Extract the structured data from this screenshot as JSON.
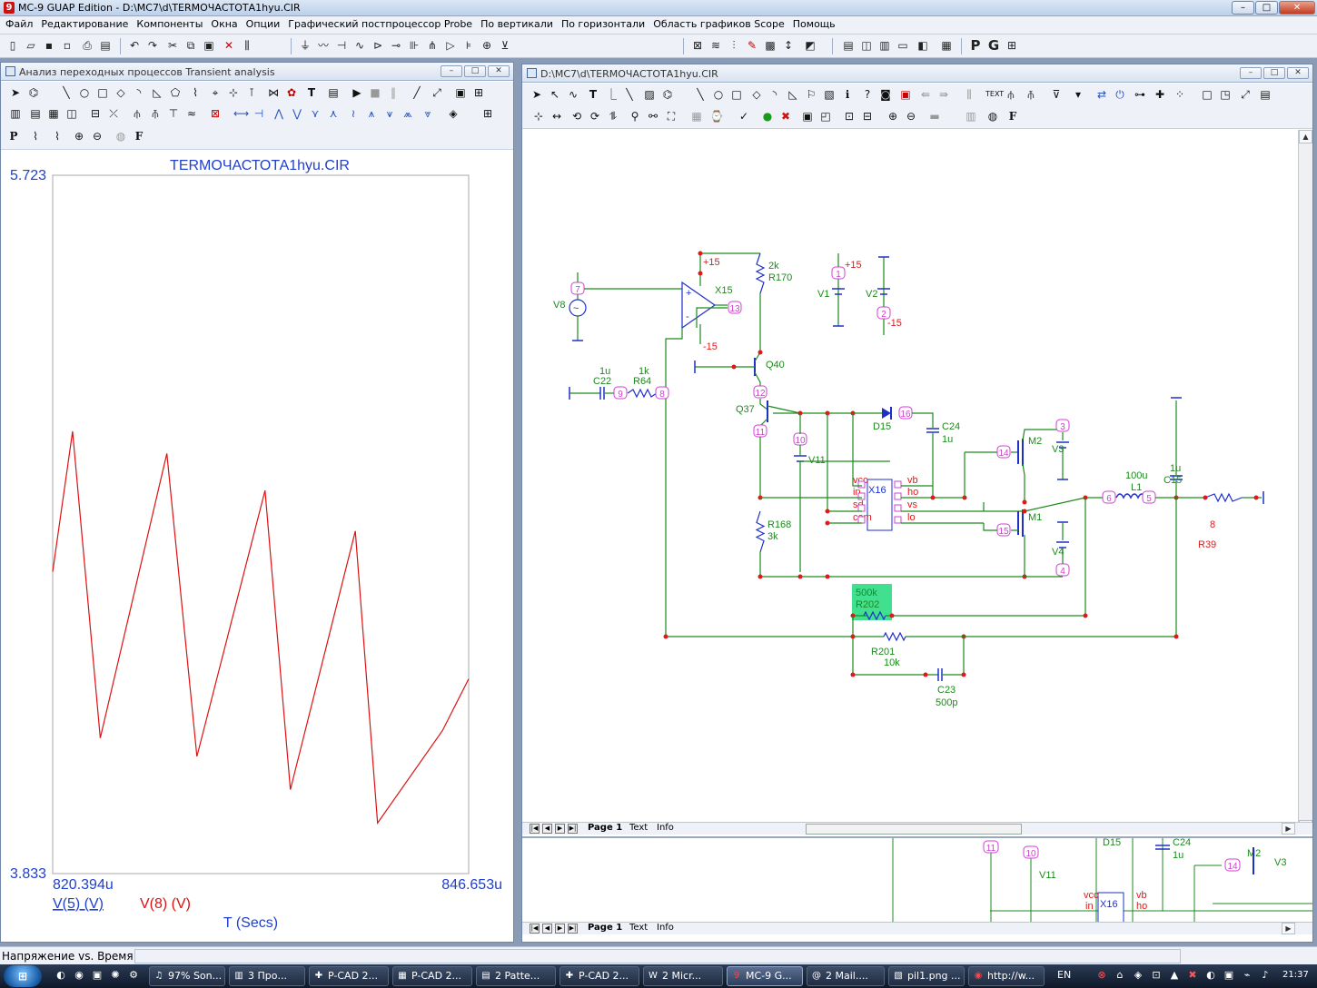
{
  "app": {
    "title": "MC-9 GUAP Edition - D:\\MC7\\d\\TERMOЧАСТОТА1hyu.CIR"
  },
  "menu": [
    "Файл",
    "Редактирование",
    "Компоненты",
    "Окна",
    "Опции",
    "Графический постпроцессор Probe",
    "По вертикали",
    "По горизонтали",
    "Область графиков Scope",
    "Помощь"
  ],
  "analysis_window": {
    "title": "Анализ переходных процессов Transient analysis",
    "tools_row3": [
      "P",
      "F"
    ]
  },
  "chart_data": {
    "type": "line",
    "title": "TERMOЧАСТОТА1hyu.CIR",
    "xlabel": "T (Secs)",
    "xlim": [
      820.394,
      846.653
    ],
    "x_unit": "u",
    "x_min_label": "820.394u",
    "x_max_label": "846.653u",
    "ylim": [
      3.833,
      5.723
    ],
    "y_max_label": "5.723",
    "y_min_label": "3.833",
    "legend": [
      "V(5) (V)",
      "V(8) (V)"
    ],
    "series": [
      {
        "name": "V(8) (V)",
        "color": "#dd1111",
        "x": [
          820.394,
          821.65,
          823.4,
          827.6,
          829.5,
          833.8,
          835.4,
          839.5,
          840.9,
          845.0,
          846.653
        ],
        "y": [
          4.65,
          5.03,
          4.2,
          4.97,
          4.15,
          4.87,
          4.06,
          4.76,
          3.97,
          4.22,
          4.36
        ]
      }
    ]
  },
  "schematic_window": {
    "title": "D:\\MC7\\d\\TERMOЧАСТОТА1hyu.CIR",
    "tabs": [
      "Page 1",
      "Text",
      "Info"
    ],
    "tool_text": [
      "T",
      "F"
    ],
    "labels": {
      "V8": "V8",
      "C22": "C22",
      "C22v": "1u",
      "R64": "R64",
      "R64v": "1k",
      "X15": "X15",
      "R170": "R170",
      "R170v": "2k",
      "Q40": "Q40",
      "Q37": "Q37",
      "V1": "V1",
      "V2": "V2",
      "p15a": "+15",
      "p15b": "-15",
      "p15c": "+15",
      "p15d": "-15",
      "D15": "D15",
      "C24": "C24",
      "C24v": "1u",
      "V11": "V11",
      "X16": "X16",
      "vcc": "vcc",
      "in": "in",
      "sd": "sd",
      "com": "com",
      "vb": "vb",
      "ho": "ho",
      "vs": "vs",
      "lo": "lo",
      "M2": "M2",
      "M1": "M1",
      "V3": "V3",
      "V4": "V4",
      "R168": "R168",
      "R168v": "3k",
      "L1": "L1",
      "L1v": "100u",
      "C15": "C15",
      "C15v": "1u",
      "R39": "R39",
      "R39v": "8",
      "R202": "R202",
      "R202v": "500k",
      "R201": "R201",
      "R201v": "10k",
      "C23": "C23",
      "C23v": "500p"
    },
    "nodes": [
      "7",
      "13",
      "1",
      "2",
      "9",
      "8",
      "12",
      "11",
      "10",
      "16",
      "3",
      "14",
      "15",
      "6",
      "5",
      "4"
    ]
  },
  "lower_pane": {
    "labels": [
      "11",
      "10",
      "V11",
      "D15",
      "C24",
      "1u",
      "M2",
      "V3",
      "14",
      "vcc",
      "in",
      "X16",
      "vb",
      "ho"
    ]
  },
  "status": {
    "text": "Напряжение vs. Время"
  },
  "taskbar": {
    "start": "",
    "items": [
      "97% Son...",
      "3 Про...",
      "P-CAD 2...",
      "P-CAD 2...",
      "2 Patte...",
      "P-CAD 2...",
      "2 Micr...",
      "MC-9 G...",
      "2 Mail....",
      "pil1.png ...",
      "http://w..."
    ],
    "lang": "EN",
    "clock": "21:37"
  }
}
